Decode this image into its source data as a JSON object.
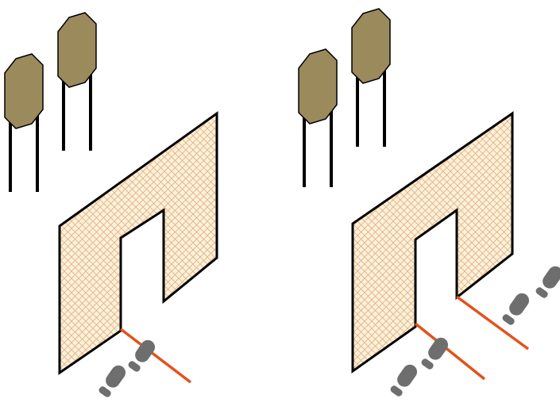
{
  "diagram": {
    "panels": [
      {
        "id": "left",
        "targets": 2,
        "wall_shape": "U-shaped mesh barrier with doorway",
        "foul_lines": 1,
        "footprints": 2
      },
      {
        "id": "right",
        "targets": 2,
        "wall_shape": "U-shaped mesh barrier with doorway",
        "foul_lines": 2,
        "footprints": 4
      }
    ],
    "colors": {
      "target_fill": "#9B8A5C",
      "mesh_fill": "#FBF0DC",
      "mesh_lines": "#E3B27A",
      "foul_line": "#E4521B",
      "footprint": "#6E6E6E",
      "outline": "#000000"
    },
    "icons": [
      "target-icon",
      "footprint-icon"
    ]
  }
}
